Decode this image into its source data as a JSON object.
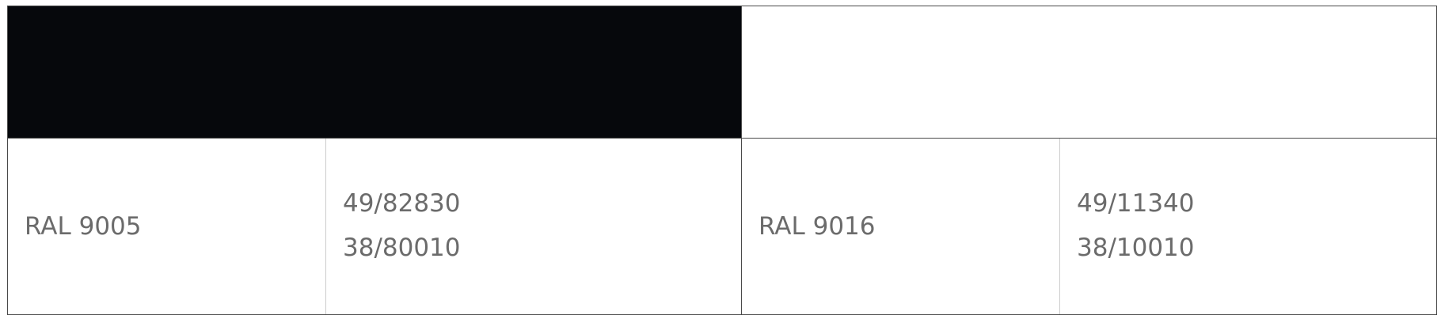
{
  "colors": [
    {
      "swatch_color": "#06080c",
      "ral_name": "RAL 9005",
      "codes": [
        "49/82830",
        "38/80010"
      ]
    },
    {
      "swatch_color": "#ffffff",
      "ral_name": "RAL 9016",
      "codes": [
        "49/11340",
        "38/10010"
      ]
    }
  ]
}
